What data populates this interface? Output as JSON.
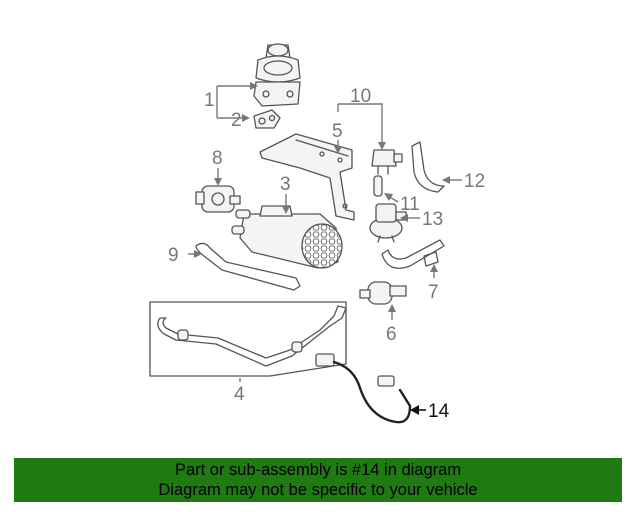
{
  "callouts": {
    "c1": "1",
    "c2": "2",
    "c3": "3",
    "c4": "4",
    "c5": "5",
    "c6": "6",
    "c7": "7",
    "c8": "8",
    "c9": "9",
    "c10": "10",
    "c11": "11",
    "c12": "12",
    "c13": "13",
    "c14": "14"
  },
  "highlight_part": "14",
  "colors": {
    "banner_background": "#1f7a12",
    "line_art": "#555555",
    "callout_text": "#777777",
    "highlight_text": "#111111"
  },
  "banner": {
    "line1": "Part or sub-assembly is #14 in diagram",
    "line2": "Diagram may not be specific to your vehicle"
  }
}
